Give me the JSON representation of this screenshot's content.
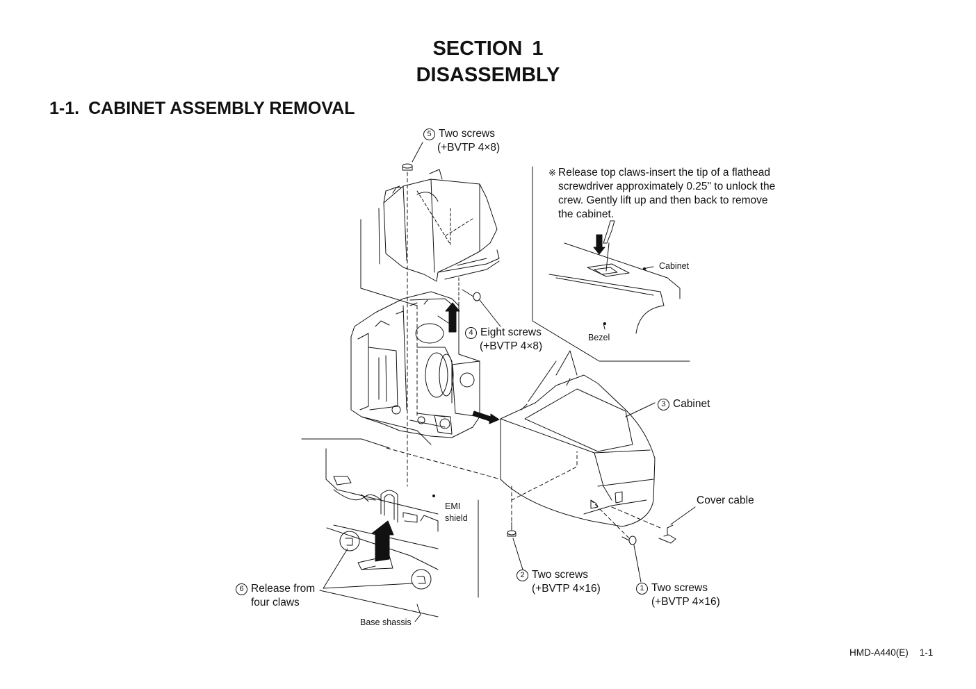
{
  "header": {
    "section": "SECTION  1",
    "title": "DISASSEMBLY"
  },
  "subsection": {
    "number": "1-1.",
    "title": "CABINET ASSEMBLY REMOVAL"
  },
  "callouts": {
    "step5": {
      "num": "5",
      "line1": "Two screws",
      "line2": "(+BVTP 4×8)"
    },
    "step4": {
      "num": "4",
      "line1": "Eight screws",
      "line2": "(+BVTP 4×8)"
    },
    "step3": {
      "num": "3",
      "line1": "Cabinet"
    },
    "step2": {
      "num": "2",
      "line1": "Two screws",
      "line2": "(+BVTP 4×16)"
    },
    "step1": {
      "num": "1",
      "line1": "Two screws",
      "line2": "(+BVTP 4×16)"
    },
    "step6": {
      "num": "6",
      "line1": "Release from",
      "line2": "four claws"
    }
  },
  "note": {
    "mark": "※",
    "lines": [
      "Release top claws-insert the tip of a flathead",
      "screwdriver approximately 0.25\" to unlock the",
      "crew. Gently lift up and then back to remove",
      "the cabinet."
    ]
  },
  "part_labels": {
    "cabinet_detail": "Cabinet",
    "bezel": "Bezel",
    "cover_cable": "Cover cable",
    "emi_line1": "EMI",
    "emi_line2": "shield",
    "base_chassis": "Base shassis"
  },
  "footer": {
    "model": "HMD-A440(E)",
    "page": "1-1"
  }
}
